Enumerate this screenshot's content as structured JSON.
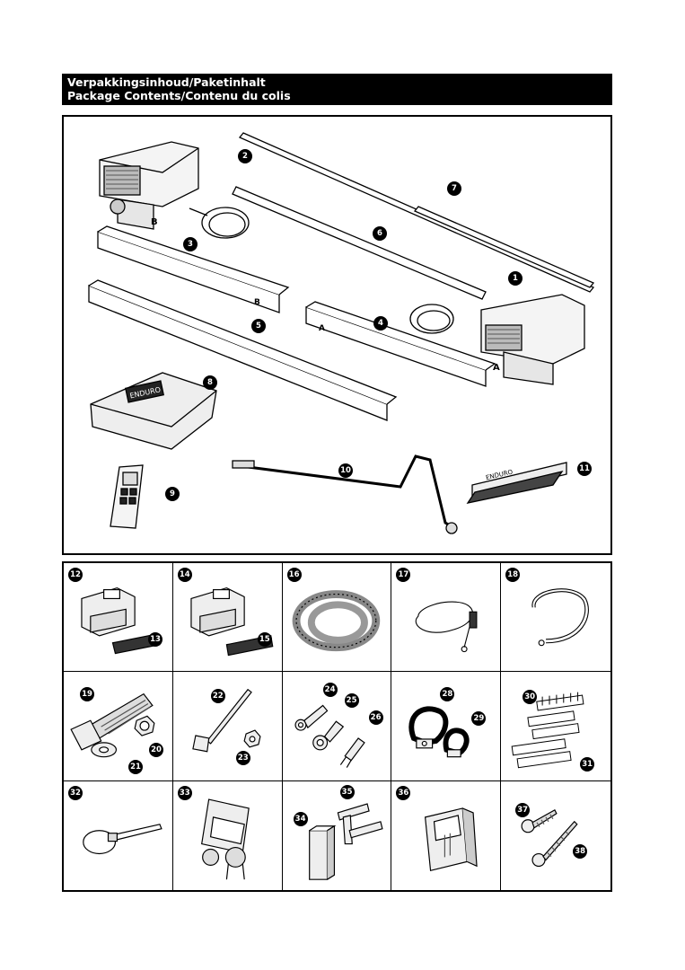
{
  "header": {
    "line1": "Verpakkingsinhoud/Paketinhalt",
    "line2": "Package Contents/Contenu du colis"
  },
  "main_callouts": [
    "1",
    "2",
    "3",
    "4",
    "5",
    "6",
    "7",
    "8",
    "9",
    "10",
    "11"
  ],
  "part_letters": {
    "a": "A",
    "b": "B"
  },
  "product_logo": "ENDURO",
  "cells": [
    {
      "callouts": [
        "12",
        "13"
      ],
      "icon": "mounting-bracket-icon"
    },
    {
      "callouts": [
        "14",
        "15"
      ],
      "icon": "mounting-bracket-icon"
    },
    {
      "callouts": [
        "16"
      ],
      "icon": "corrugated-tube-icon"
    },
    {
      "callouts": [
        "17"
      ],
      "icon": "cable-with-plug-icon"
    },
    {
      "callouts": [
        "18"
      ],
      "icon": "cable-icon"
    },
    {
      "callouts": [
        "19",
        "20",
        "21"
      ],
      "icon": "bolt-nut-washer-icon"
    },
    {
      "callouts": [
        "22",
        "23"
      ],
      "icon": "bolt-nut-icon"
    },
    {
      "callouts": [
        "24",
        "25",
        "26"
      ],
      "icon": "cable-lug-icon"
    },
    {
      "callouts": [
        "28",
        "29"
      ],
      "icon": "cable-clamp-icon"
    },
    {
      "callouts": [
        "30",
        "31"
      ],
      "icon": "label-strips-icon"
    },
    {
      "callouts": [
        "32"
      ],
      "icon": "cable-tie-icon"
    },
    {
      "callouts": [
        "33"
      ],
      "icon": "battery-switch-icon"
    },
    {
      "callouts": [
        "34",
        "35"
      ],
      "icon": "tube-connector-icon"
    },
    {
      "callouts": [
        "36"
      ],
      "icon": "remote-holder-icon"
    },
    {
      "callouts": [
        "37",
        "38"
      ],
      "icon": "screw-icon"
    }
  ]
}
